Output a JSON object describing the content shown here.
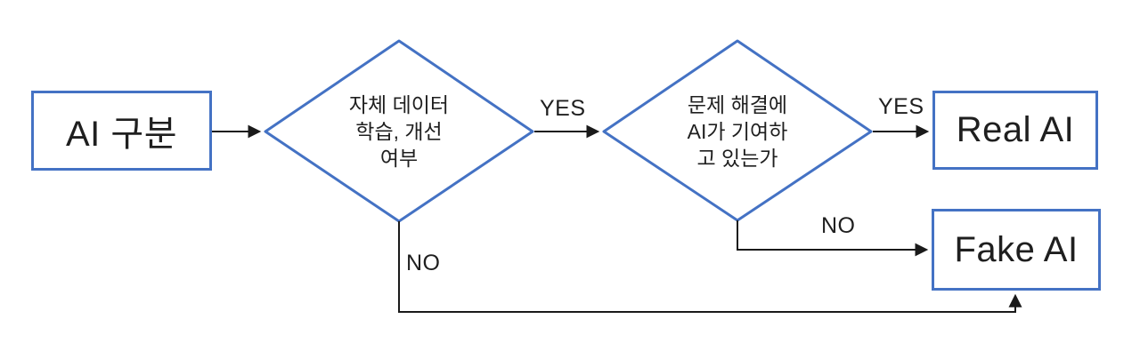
{
  "flowchart": {
    "nodes": {
      "start": {
        "label": "AI 구분",
        "type": "process"
      },
      "decision1": {
        "type": "decision",
        "line1": "자체 데이터",
        "line2": "학습, 개선",
        "line3": "여부"
      },
      "decision2": {
        "type": "decision",
        "line1": "문제 해결에",
        "line2": "AI가 기여하",
        "line3": "고 있는가"
      },
      "real_ai": {
        "label": "Real AI",
        "type": "terminal"
      },
      "fake_ai": {
        "label": "Fake AI",
        "type": "terminal"
      }
    },
    "edge_labels": {
      "decision1_yes": "YES",
      "decision1_no": "NO",
      "decision2_yes": "YES",
      "decision2_no": "NO"
    },
    "colors": {
      "shape_border": "#4472C4",
      "shape_fill": "#ffffff",
      "connector": "#1a1a1a",
      "text": "#1f1f1f",
      "background": "#ffffff"
    }
  }
}
